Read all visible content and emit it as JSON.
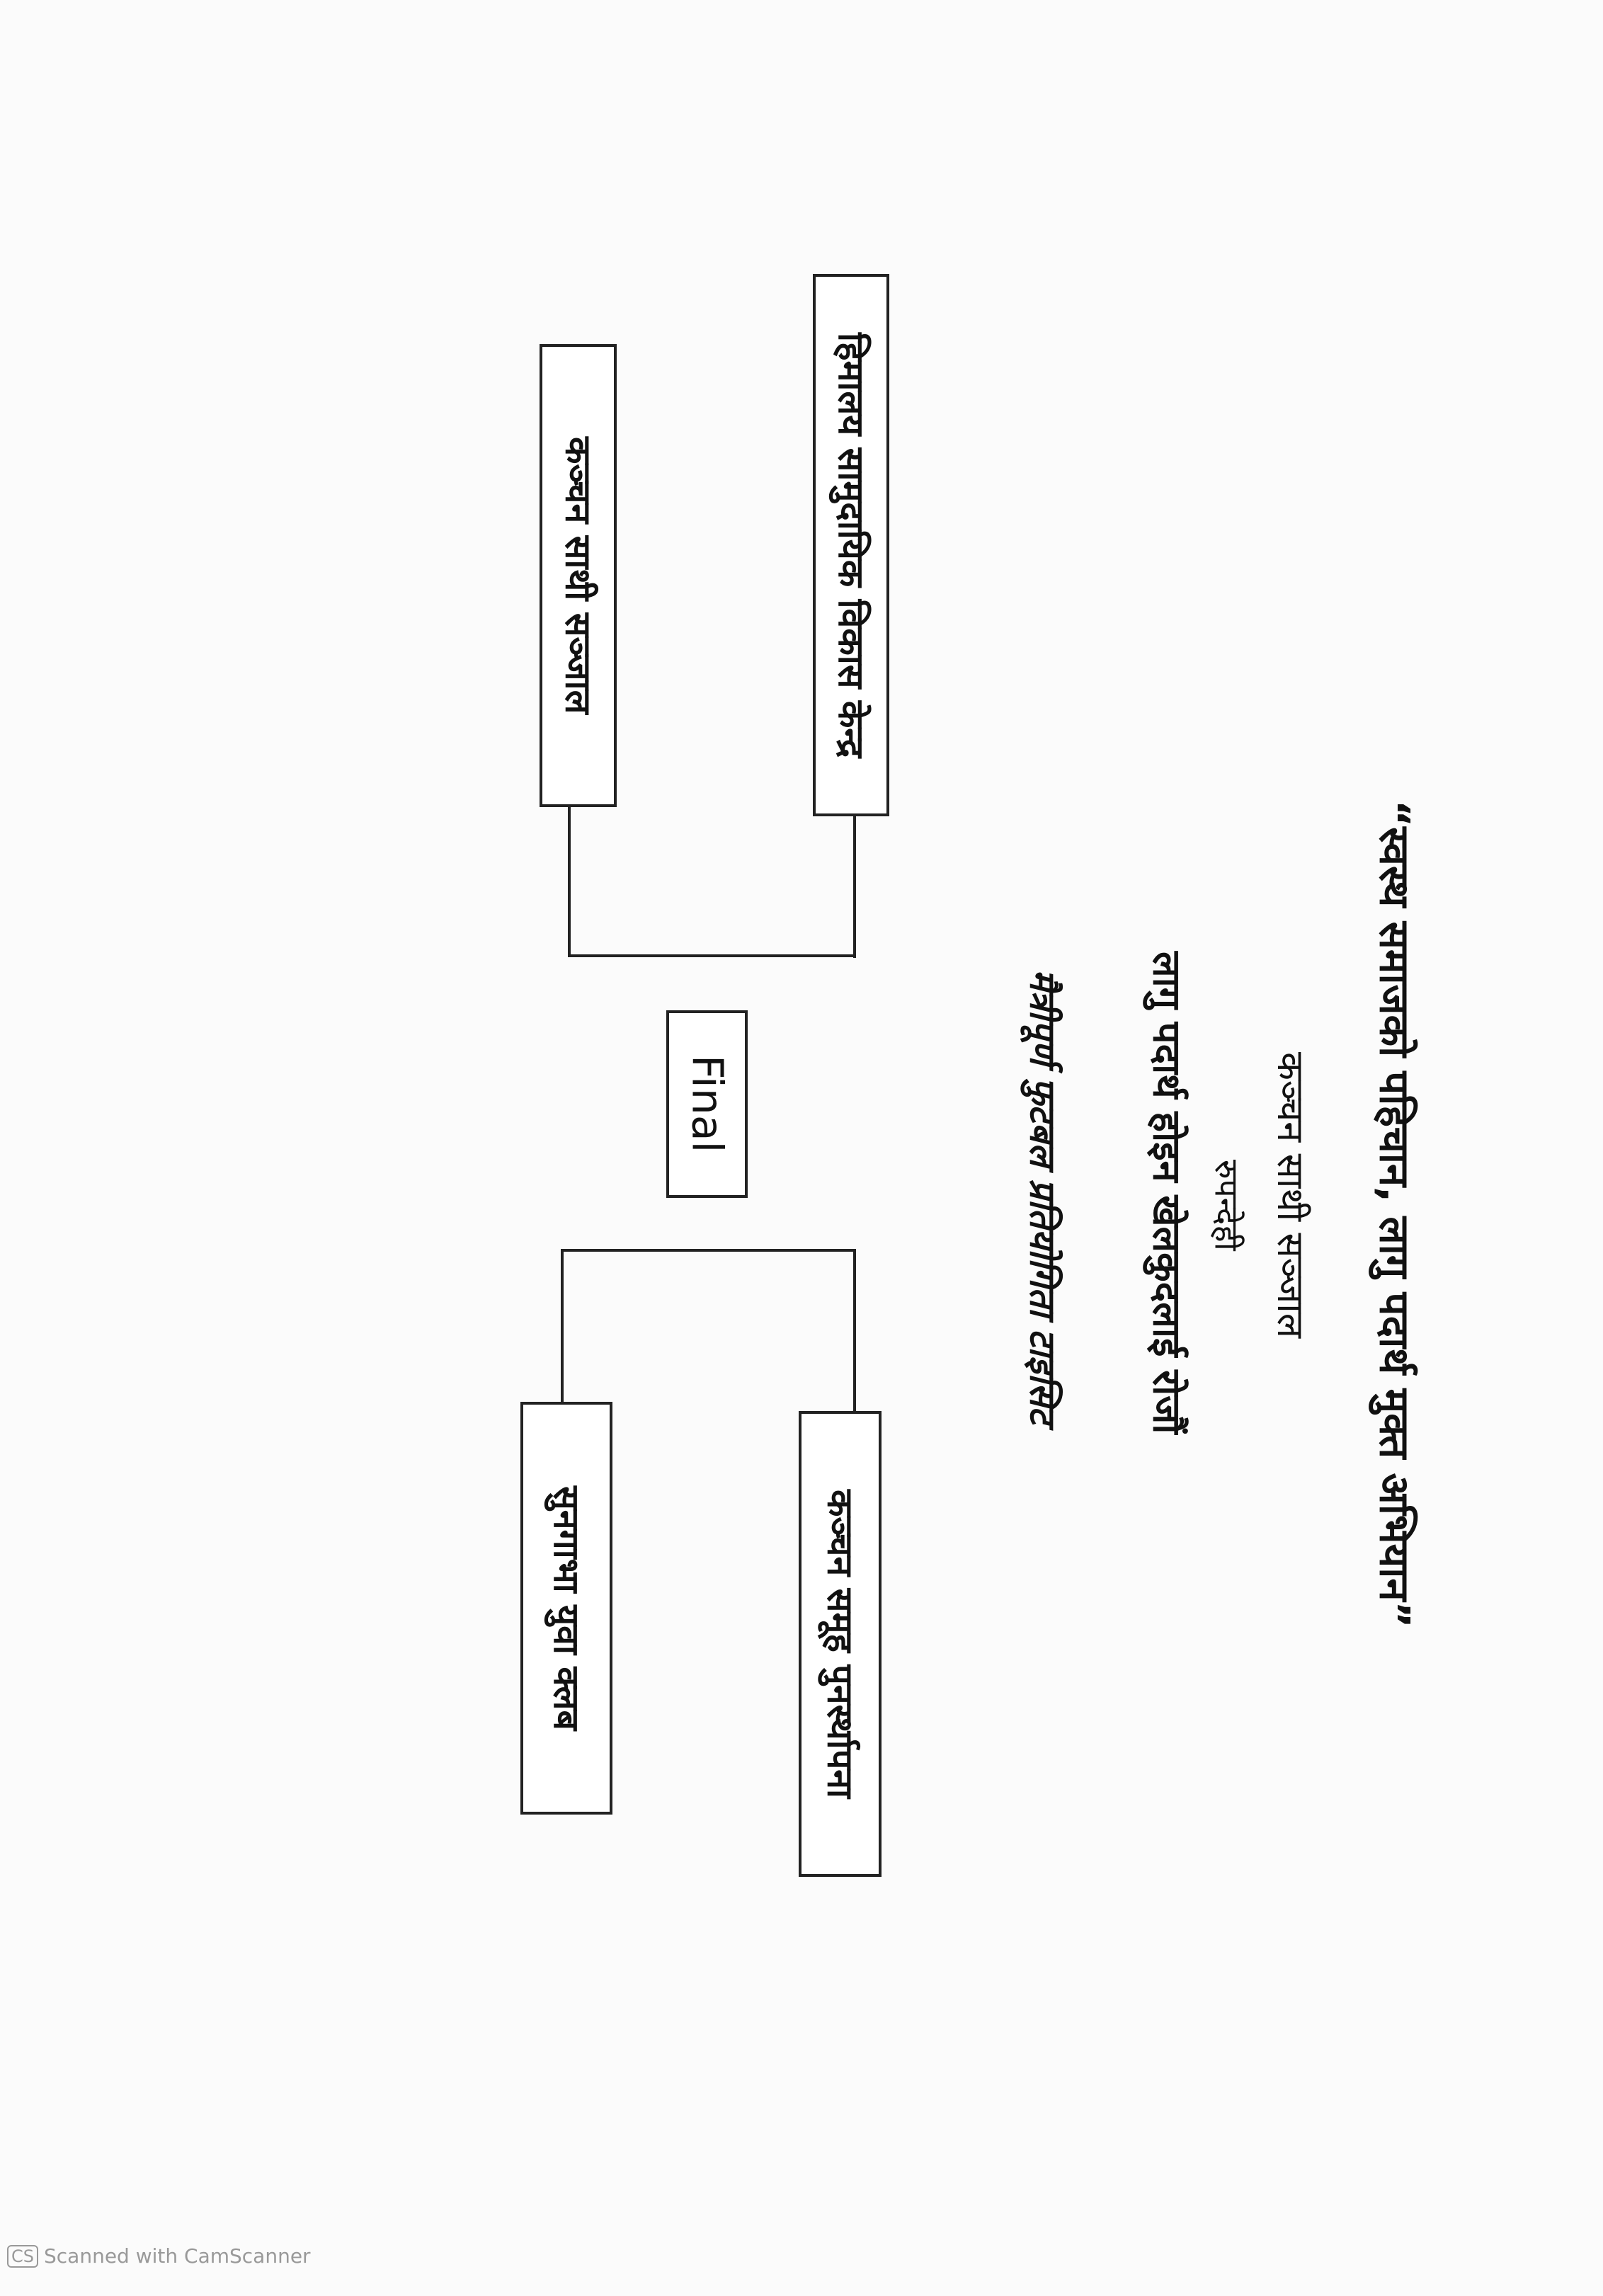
{
  "header": {
    "slogan": "“स्वस्थ समाजको पहिचान, लागु पदार्थ मुक्त अभियान”",
    "organizer": "कञ्चन साथी सञ्जाल",
    "district": "रुपन्देही",
    "tagline": "लागु पदार्थ होइन खेलकुदलाई रोजौं",
    "event": "मैत्रीपूर्ण फुटबल प्रतियोगिता टाइसिट"
  },
  "bracket": {
    "semi1": {
      "team_a": "हिमालय सामुदायिक विकास केन्द्र",
      "team_b": "कञ्चन साथी सञ्जाल"
    },
    "final_label": "Final",
    "semi2": {
      "team_a": "कञ्चन समूह पुनर्स्थापना",
      "team_b": "सुनगाभा युवा क्लब"
    }
  },
  "footer": {
    "logo": "CS",
    "text": "Scanned with CamScanner"
  }
}
